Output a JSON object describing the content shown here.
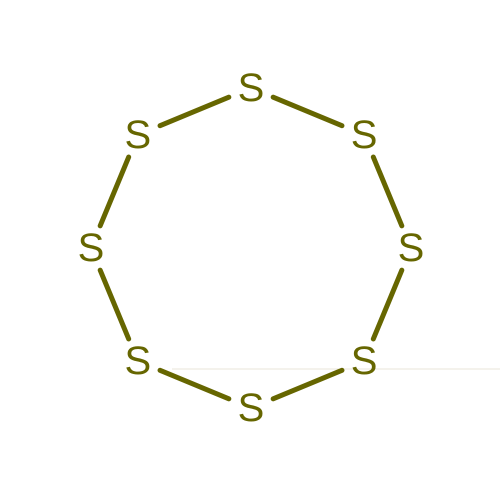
{
  "molecule": {
    "atoms": [
      {
        "label": "S"
      },
      {
        "label": "S"
      },
      {
        "label": "S"
      },
      {
        "label": "S"
      },
      {
        "label": "S"
      },
      {
        "label": "S"
      },
      {
        "label": "S"
      },
      {
        "label": "S"
      }
    ],
    "bonds": [
      [
        0,
        1
      ],
      [
        1,
        2
      ],
      [
        2,
        3
      ],
      [
        3,
        4
      ],
      [
        4,
        5
      ],
      [
        5,
        6
      ],
      [
        6,
        7
      ],
      [
        7,
        0
      ]
    ]
  },
  "colors": {
    "bond": "#666600",
    "atom_label": "#666600",
    "background": "#ffffff",
    "guide_line": "#e9e4d8"
  }
}
